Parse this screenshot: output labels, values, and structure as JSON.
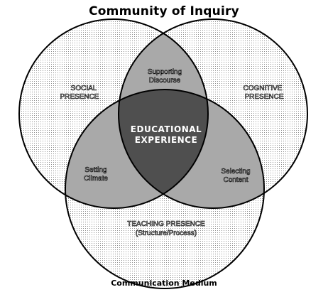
{
  "title": "Community of Inquiry",
  "footer": "Communication Medium",
  "circles": {
    "social": [
      "SOCIAL",
      "PRESENCE"
    ],
    "cognitive": [
      "COGNITIVE",
      "PRESENCE"
    ],
    "teaching": [
      "TEACHING PRESENCE",
      "(Structure/Process)"
    ]
  },
  "overlaps": {
    "social_cognitive": [
      "Supporting",
      "Discourse"
    ],
    "social_teaching": [
      "Setting",
      "Climate"
    ],
    "cognitive_teaching": [
      "Selecting",
      "Content"
    ],
    "center": [
      "EDUCATIONAL",
      "EXPERIENCE"
    ]
  },
  "colors": {
    "outer": "#e9e9e9",
    "pair_overlap": "#a9a9a9",
    "center": "#4f4f4f",
    "stroke": "#000000",
    "background": "#ffffff"
  }
}
